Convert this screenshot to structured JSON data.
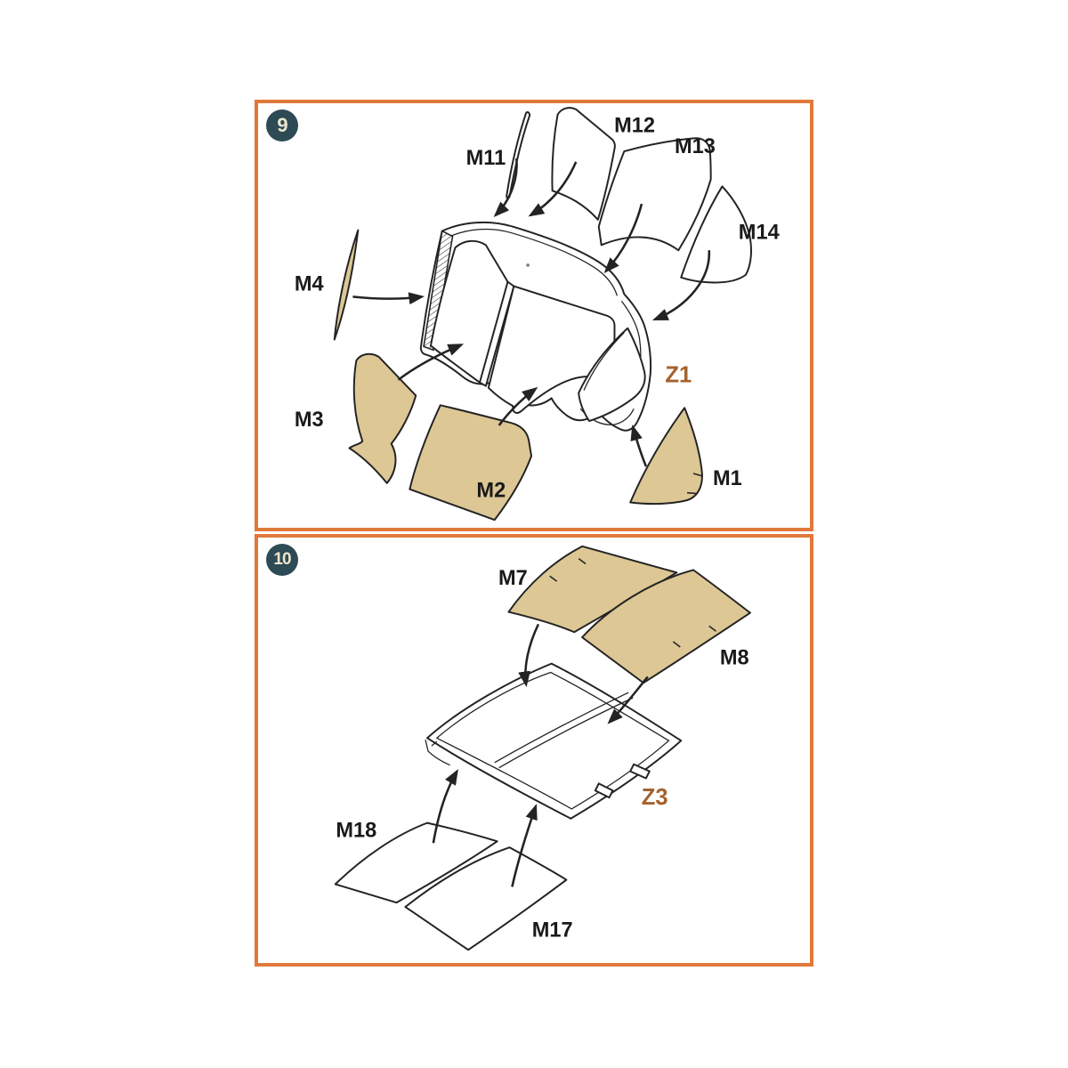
{
  "sheet_title": "Model canopy/roof masking instructions",
  "colors": {
    "border": "#E0793A",
    "badge_bg": "#2E4A54",
    "badge_text": "#EEE6CD",
    "tan": "#DCC795",
    "line": "#232323",
    "label": "#1A1A1A",
    "part": "#A5622D",
    "bg": "#FFFFFF"
  },
  "step9": {
    "badge": "9",
    "part_label": "Z1",
    "masks": {
      "m1": "M1",
      "m2": "M2",
      "m3": "M3",
      "m4": "M4",
      "m11": "M11",
      "m12": "M12",
      "m13": "M13",
      "m14": "M14"
    }
  },
  "step10": {
    "badge": "10",
    "part_label": "Z3",
    "masks": {
      "m7": "M7",
      "m8": "M8",
      "m17": "M17",
      "m18": "M18"
    }
  }
}
